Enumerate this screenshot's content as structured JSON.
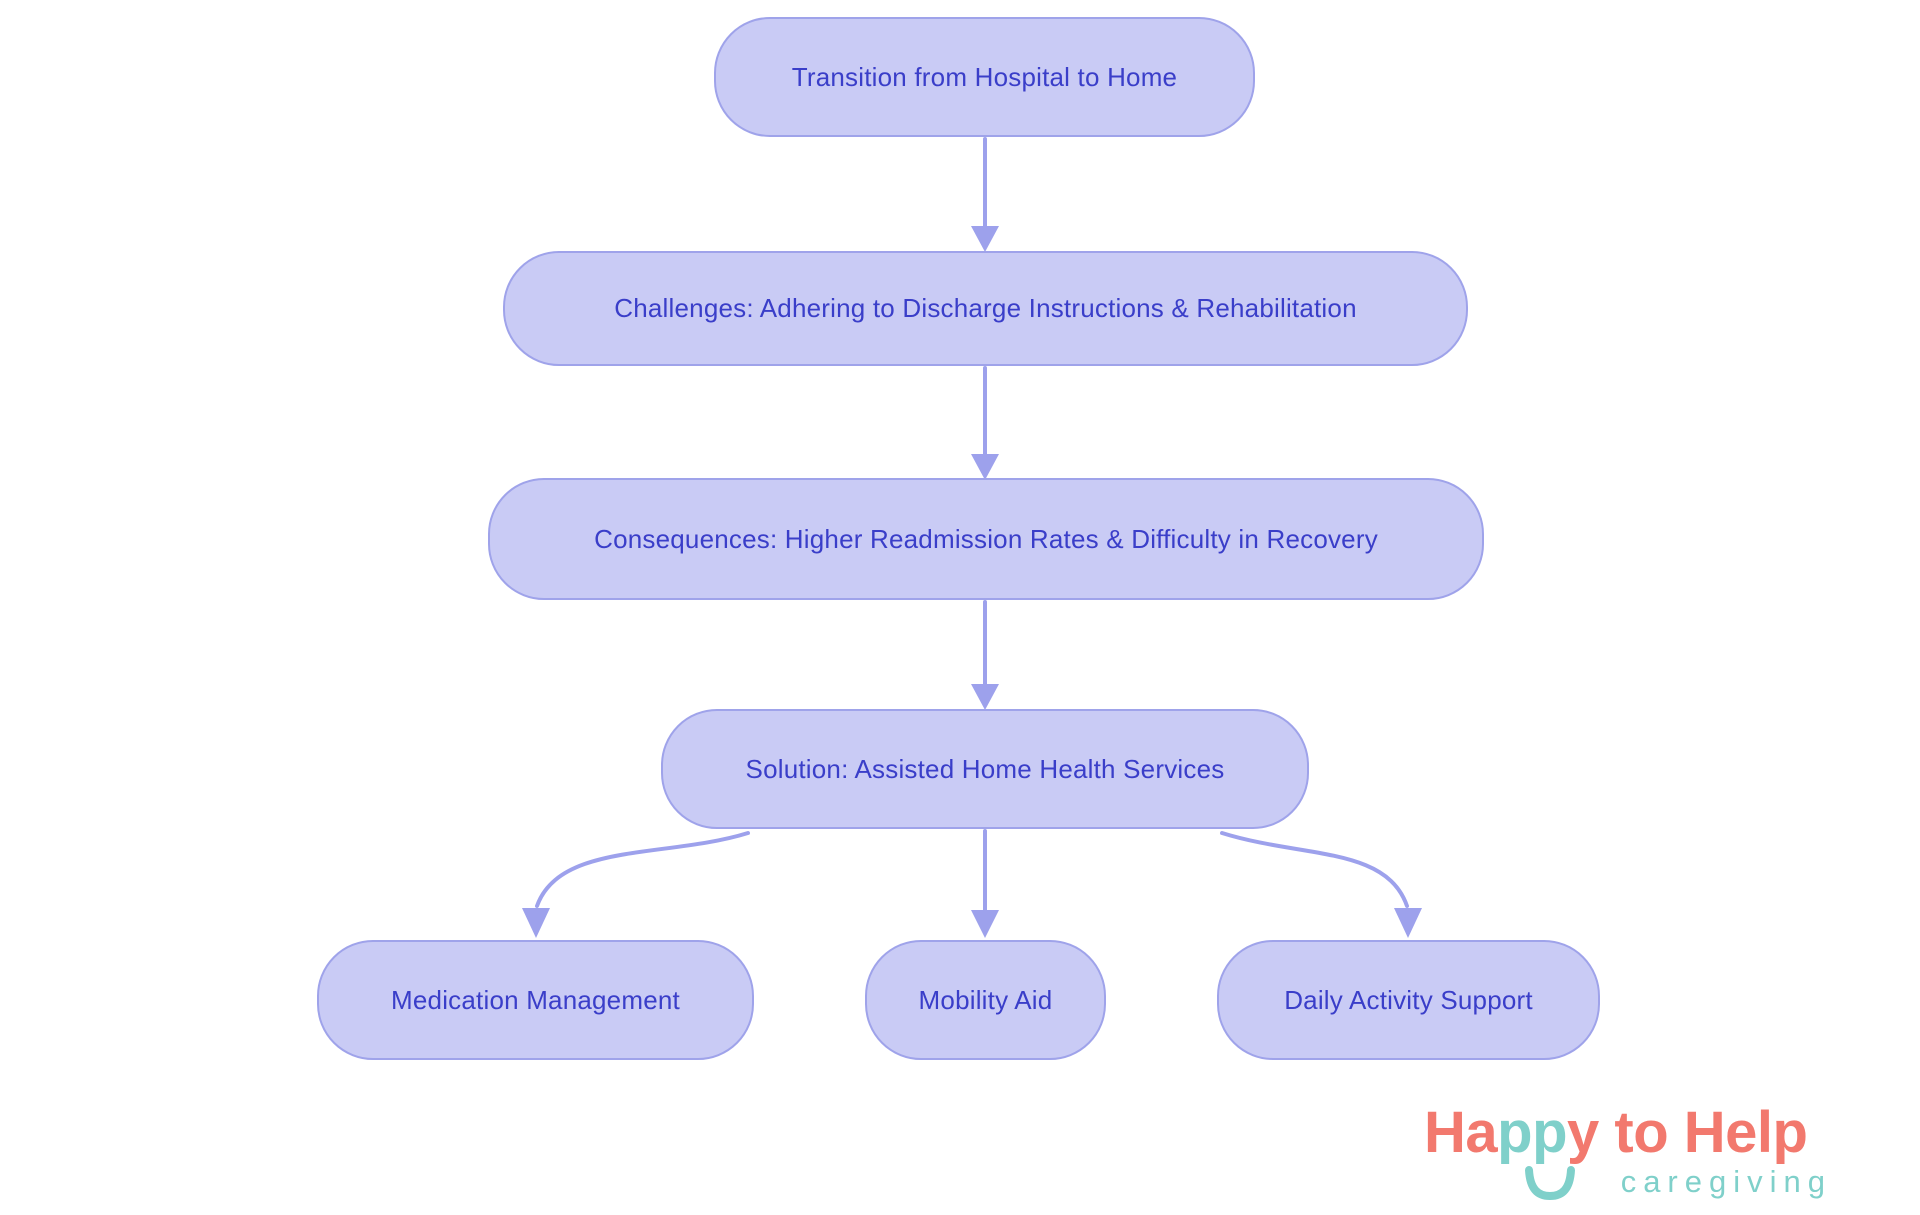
{
  "diagram": {
    "nodes": [
      {
        "id": "transition",
        "label": "Transition from Hospital to Home"
      },
      {
        "id": "challenges",
        "label": "Challenges: Adhering to Discharge Instructions & Rehabilitation"
      },
      {
        "id": "consequences",
        "label": "Consequences: Higher Readmission Rates & Difficulty in Recovery"
      },
      {
        "id": "solution",
        "label": "Solution: Assisted Home Health Services"
      },
      {
        "id": "medication",
        "label": "Medication Management"
      },
      {
        "id": "mobility",
        "label": "Mobility Aid"
      },
      {
        "id": "daily",
        "label": "Daily Activity Support"
      }
    ],
    "edges": [
      {
        "from": "transition",
        "to": "challenges"
      },
      {
        "from": "challenges",
        "to": "consequences"
      },
      {
        "from": "consequences",
        "to": "solution"
      },
      {
        "from": "solution",
        "to": "medication"
      },
      {
        "from": "solution",
        "to": "mobility"
      },
      {
        "from": "solution",
        "to": "daily"
      }
    ],
    "colors": {
      "node_fill": "#c9cbf5",
      "node_border": "#9fa3ea",
      "node_text": "#3a3ec9",
      "arrow": "#9da1ec"
    }
  },
  "logo": {
    "title_seg1": "Ha",
    "title_seg2": "pp",
    "title_seg3": "y to Help",
    "subtitle": "caregiving",
    "coral": "#f2796e",
    "teal": "#7fd0ca"
  }
}
